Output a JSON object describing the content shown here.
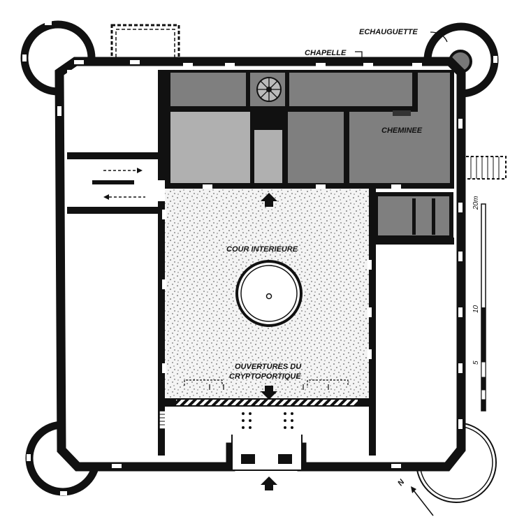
{
  "labels": {
    "echauguette": "ECHAUGUETTE",
    "chapelle": "CHAPELLE",
    "cheminee": "CHEMINEE",
    "cour": "COUR INTERIEURE",
    "ouvertures_line1": "OUVERTURES DU",
    "ouvertures_line2": "CRYPTOPORTIQUE",
    "north": "N"
  },
  "scale": {
    "ticks": [
      "20m",
      "10",
      "5"
    ]
  },
  "colors": {
    "wall": "#111111",
    "dark_room": "#7f7f7f",
    "light_room": "#b0b0b0",
    "court": "#f2f2f2",
    "dots": "#333333"
  }
}
